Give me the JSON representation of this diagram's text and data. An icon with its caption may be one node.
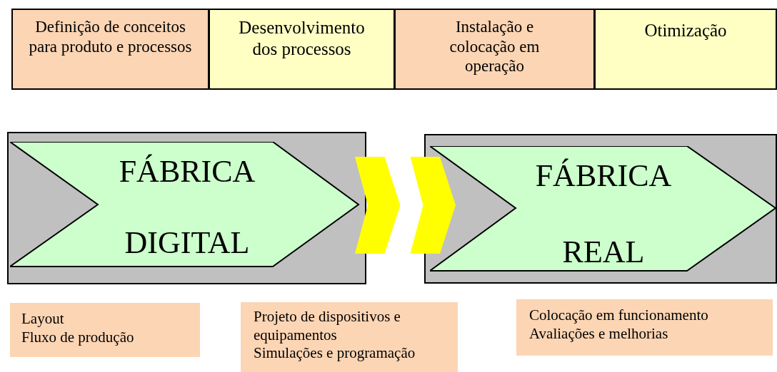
{
  "diagram": {
    "nodes": [
      {
        "text": [
          "Definição de conceitos para produto e processos"
        ]
      },
      {
        "text": [
          "Desenvolvimento dos processos"
        ]
      },
      {
        "text": [
          "Instalação e colocação em operação"
        ]
      },
      {
        "text": [
          "Otimização"
        ]
      },
      {
        "text": [],
        "shape": "box"
      },
      {
        "text": [
          "FÁBRICA",
          "DIGITAL"
        ],
        "in": 4
      },
      {
        "text": [],
        "shape": "box"
      },
      {
        "text": [
          "FÁBRICA",
          "REAL"
        ],
        "in": 6
      },
      {
        "text": [
          "Layout",
          "Fluxo de produção"
        ]
      },
      {
        "text": [
          "Projeto de dispositivos e equipamentos",
          "Simulações e programação"
        ]
      },
      {
        "text": [
          "Colocação em funcionamento",
          "Avaliações e melhorias"
        ]
      }
    ],
    "edges": [
      {
        "from": 4,
        "to": 6,
        "arrow": "to",
        "style": "thick",
        "color": "#ffff00"
      }
    ]
  }
}
